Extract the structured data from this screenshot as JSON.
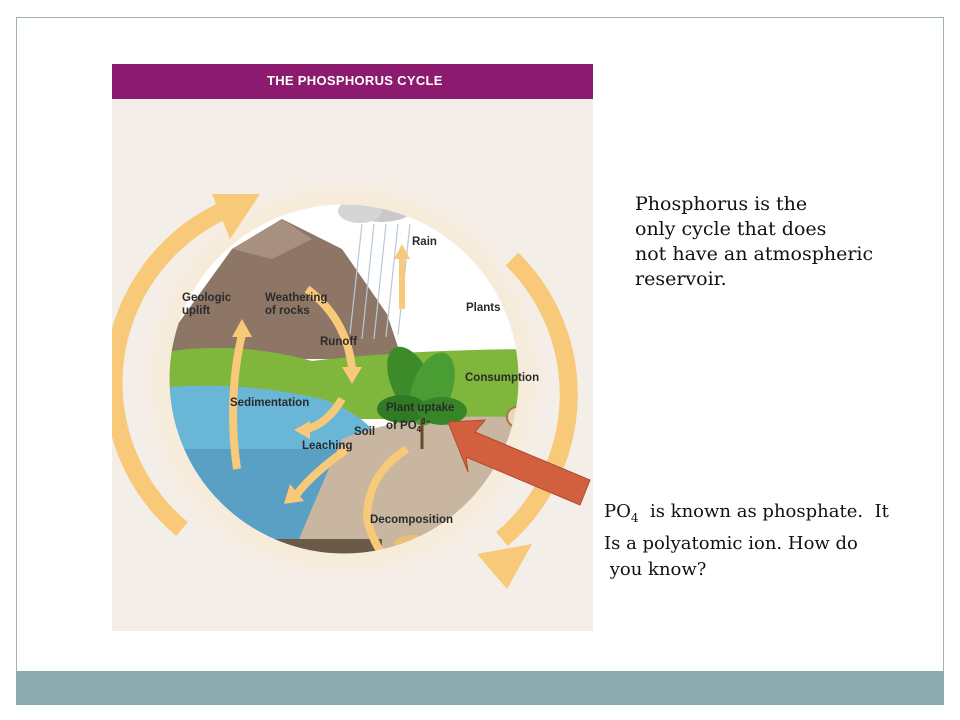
{
  "figure": {
    "title": "THE PHOSPHORUS CYCLE",
    "labels": {
      "rain": "Rain",
      "plants": "Plants",
      "geologic_line1": "Geologic",
      "geologic_line2": "uplift",
      "weathering_line1": "Weathering",
      "weathering_line2": "of rocks",
      "runoff": "Runoff",
      "consumption": "Consumption",
      "sedimentation": "Sedimentation",
      "uptake_line1": "Plant uptake",
      "uptake_line2_prefix": "of PO",
      "uptake_sub": "4",
      "uptake_sup": "3−",
      "soil": "Soil",
      "leaching": "Leaching",
      "decomposition": "Decomposition"
    }
  },
  "notes": {
    "top_lines": [
      "Phosphorus is the",
      "only cycle that does",
      "not have an atmospheric",
      "reservoir."
    ],
    "bottom_prefix": "PO",
    "bottom_sub": "4",
    "bottom_line1_rest": "  is known as phosphate.  It",
    "bottom_line2": "Is a polyatomic ion.  How do",
    "bottom_line3": " you know?"
  },
  "colors": {
    "header": "#8c1a6e",
    "footer_bar": "#8aaaad",
    "cycle_arrow": "#f7c978",
    "pointer_arrow": "#d2603e"
  }
}
